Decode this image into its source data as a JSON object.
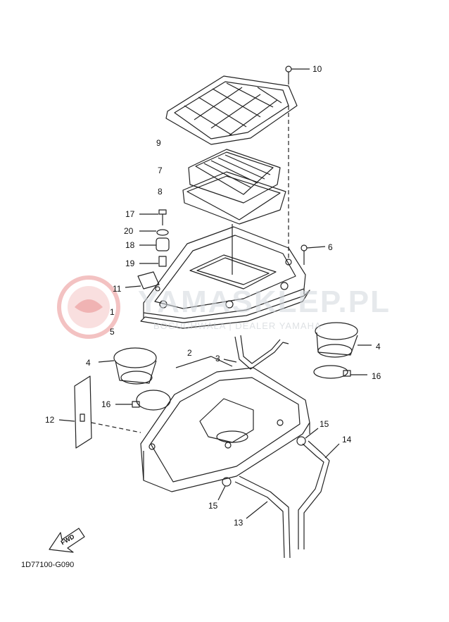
{
  "watermark": {
    "title": "YAMASKLEP.PL",
    "subtitle": "BOGUCHWAŁA | DEALER YAMAHA"
  },
  "labels": {
    "p1": "1",
    "p2": "2",
    "p3": "3",
    "p4a": "4",
    "p4b": "4",
    "p5": "5",
    "p6": "6",
    "p7": "7",
    "p8": "8",
    "p9": "9",
    "p10": "10",
    "p11": "11",
    "p12": "12",
    "p13": "13",
    "p14": "14",
    "p15a": "15",
    "p15b": "15",
    "p16a": "16",
    "p16b": "16",
    "p17": "17",
    "p18": "18",
    "p19": "19",
    "p20": "20"
  },
  "fwd_label": "FWD",
  "diagram_code": "1D77100-G090"
}
